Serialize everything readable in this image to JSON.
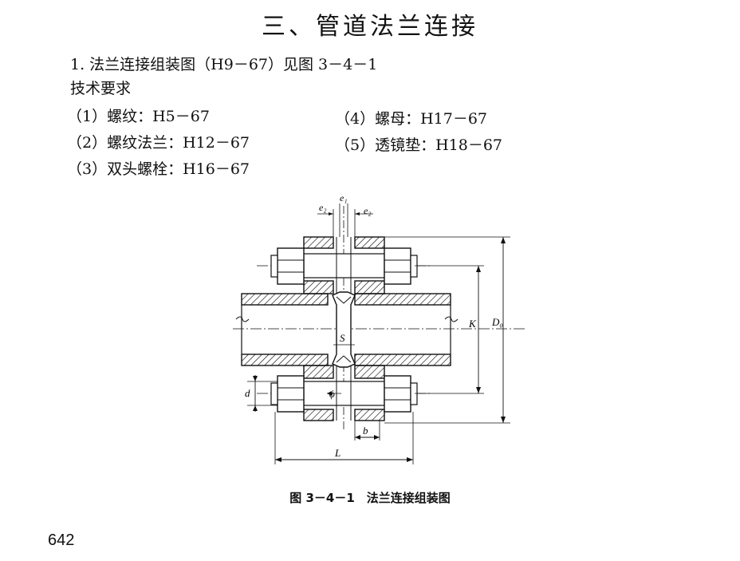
{
  "heading": "三、管道法兰连接",
  "item1": "1. 法兰连接组装图（H9－67）见图 3－4－1",
  "tech_req_label": "技术要求",
  "requirements": [
    "（1）螺纹：H5－67",
    "（2）螺纹法兰：H12－67",
    "（3）双头螺栓：H16－67",
    "（4）螺母：H17－67",
    "（5）透镜垫：H18－67"
  ],
  "figure": {
    "labels": {
      "e1": "e₁",
      "e2_left": "e₂",
      "e2_right": "e₂",
      "S": "S",
      "K": "K",
      "D": "D₀",
      "d": "d",
      "phi": "ϕ",
      "b": "b",
      "L": "L"
    },
    "caption": "图 3－4－1　法兰连接组装图"
  },
  "page_number": "642"
}
